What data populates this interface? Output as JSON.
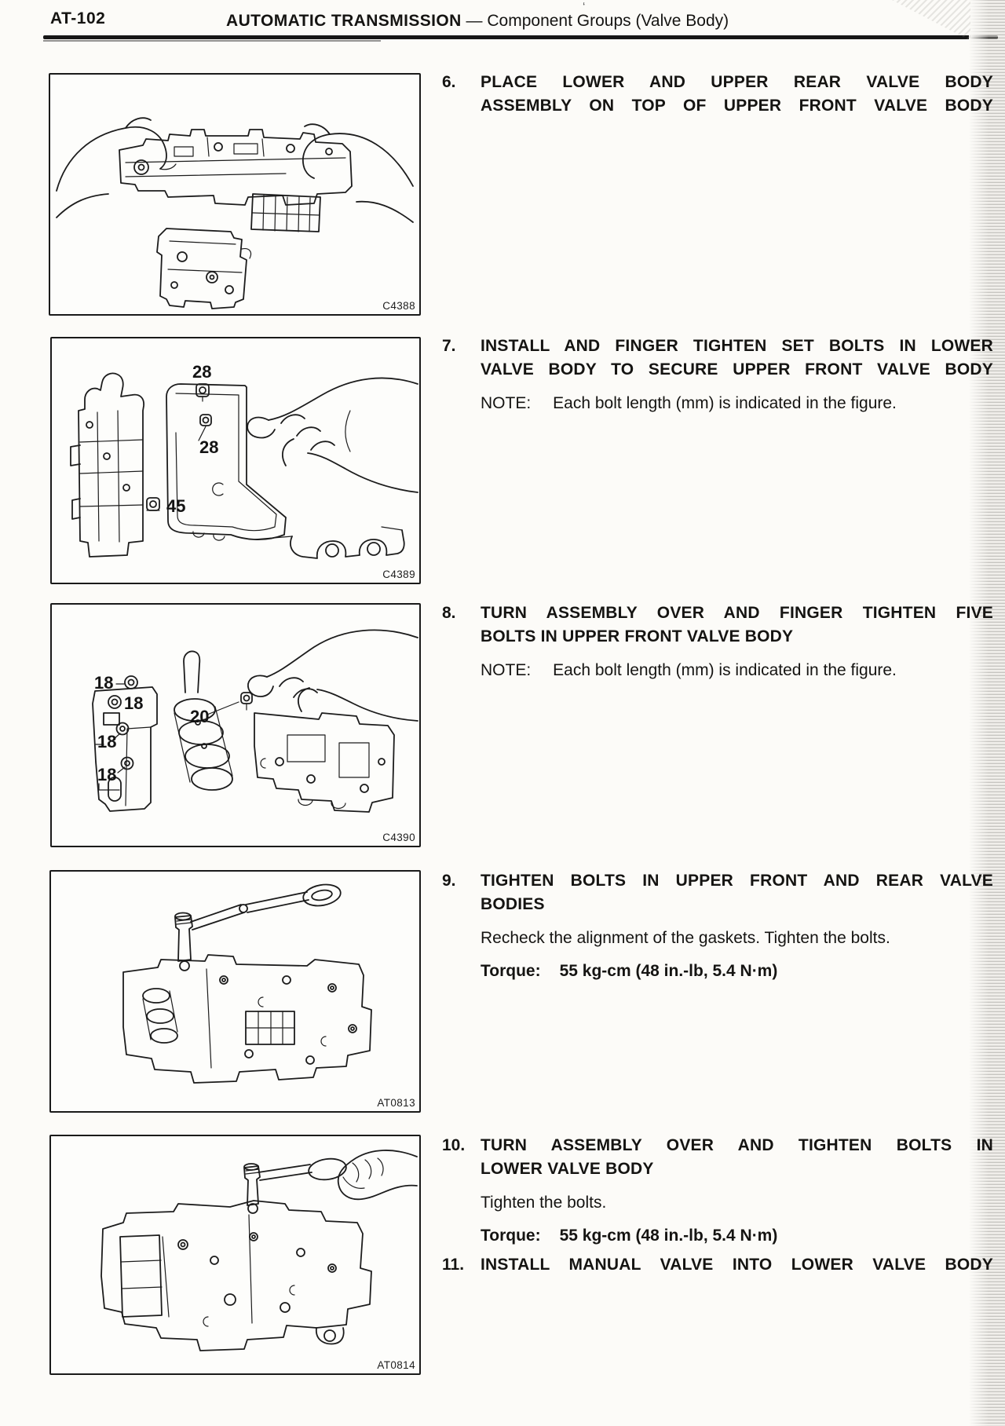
{
  "page": {
    "code": "AT-102",
    "section_title": "AUTOMATIC TRANSMISSION",
    "section_dash": "—",
    "section_subtitle": "Component Groups (Valve Body)",
    "corner_mark": "‘"
  },
  "figures": [
    {
      "code": "C4388"
    },
    {
      "code": "C4389",
      "callouts": {
        "c1": "28",
        "c2": "28",
        "c3": "45"
      }
    },
    {
      "code": "C4390",
      "callouts": {
        "c1": "18",
        "c2": "18",
        "c3": "20",
        "c4": "18",
        "c5": "18"
      }
    },
    {
      "code": "AT0813"
    },
    {
      "code": "AT0814"
    }
  ],
  "steps": [
    {
      "num": "6.",
      "lines": [
        "PLACE LOWER AND UPPER REAR VALVE BODY",
        "ASSEMBLY ON TOP OF UPPER FRONT VALVE BODY"
      ]
    },
    {
      "num": "7.",
      "lines": [
        "INSTALL AND FINGER TIGHTEN SET BOLTS IN LOWER",
        "VALVE BODY TO SECURE UPPER FRONT VALVE BODY"
      ],
      "note_label": "NOTE:",
      "note_text": "Each bolt length (mm) is indicated in the figure."
    },
    {
      "num": "8.",
      "lines": [
        "TURN ASSEMBLY OVER AND FINGER TIGHTEN FIVE",
        "BOLTS IN UPPER FRONT VALVE BODY"
      ],
      "note_label": "NOTE:",
      "note_text": "Each bolt length (mm) is indicated in the figure."
    },
    {
      "num": "9.",
      "lines": [
        "TIGHTEN BOLTS IN UPPER FRONT AND REAR VALVE",
        "BODIES"
      ],
      "body": "Recheck the alignment of the gaskets. Tighten the bolts.",
      "torque_label": "Torque:",
      "torque_value": "55 kg-cm (48 in.-lb, 5.4 N·m)"
    },
    {
      "num": "10.",
      "lines": [
        "TURN ASSEMBLY OVER AND TIGHTEN BOLTS IN",
        "LOWER VALVE BODY"
      ],
      "body": "Tighten the bolts.",
      "torque_label": "Torque:",
      "torque_value": "55 kg-cm (48 in.-lb, 5.4 N·m)"
    },
    {
      "num": "11.",
      "lines": [
        "INSTALL MANUAL VALVE INTO LOWER VALVE BODY"
      ]
    }
  ]
}
